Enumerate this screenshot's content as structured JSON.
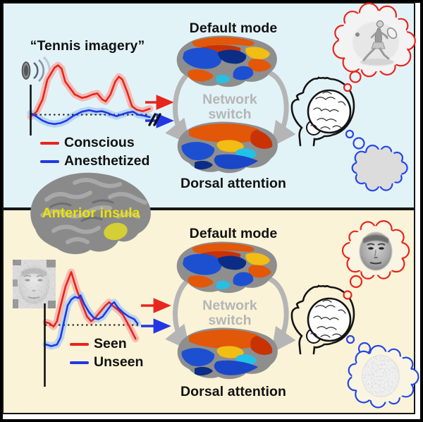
{
  "colors": {
    "top_panel_bg": "#e2f3f8",
    "bottom_panel_bg": "#faf3d7",
    "frame": "#000000",
    "red": "#e8251e",
    "blue": "#2336e4",
    "red_band": "#f5b0aa",
    "blue_band": "#aed0f2",
    "gray_switch": "#b5b5b5",
    "insula_yellow": "#d8d233",
    "label_yellow": "#ece400"
  },
  "top_panel": {
    "title": "“Tennis imagery”",
    "audio_icon": "speaker-with-sound-waves",
    "labels": {
      "default_mode": "Default mode",
      "network_switch": "Network switch",
      "dorsal_attention": "Dorsal attention"
    },
    "legend": [
      {
        "label": "Conscious",
        "color": "#e8251e"
      },
      {
        "label": "Anesthetized",
        "color": "#2336e4"
      }
    ],
    "thought_bubble_red": "tennis-player-illustration",
    "thought_bubble_blue": "empty-gray-cloud",
    "head_illustration": "head-profile-with-brain"
  },
  "bottom_panel": {
    "region_label": "Anterior insula",
    "stimulus": "noisy-face-image",
    "labels": {
      "default_mode": "Default mode",
      "network_switch": "Network switch",
      "dorsal_attention": "Dorsal attention"
    },
    "legend": [
      {
        "label": "Seen",
        "color": "#e8251e"
      },
      {
        "label": "Unseen",
        "color": "#2336e4"
      }
    ],
    "thought_bubble_red": "clear-face-image",
    "thought_bubble_blue": "noise-patch",
    "head_illustration": "head-profile-with-brain"
  },
  "chart_data": [
    {
      "type": "line",
      "panel": "top",
      "baseline": 0,
      "series": [
        {
          "name": "Conscious",
          "color": "#e8251e",
          "band_color": "#f5b0aa",
          "x": [
            0,
            5,
            10,
            14,
            20,
            23,
            26,
            29,
            37,
            43,
            47,
            52,
            56,
            60,
            63,
            67,
            71,
            74,
            77,
            81,
            85,
            89,
            94,
            100
          ],
          "y": [
            -0.04,
            0.06,
            0.31,
            0.71,
            0.95,
            1.0,
            0.93,
            0.67,
            0.41,
            0.34,
            0.36,
            0.41,
            0.43,
            0.31,
            0.27,
            0.41,
            0.67,
            0.77,
            0.71,
            0.46,
            0.17,
            0.1,
            0.07,
            0.12
          ]
        },
        {
          "name": "Anesthetized",
          "color": "#2336e4",
          "band_color": "#aed0f2",
          "x": [
            0,
            5,
            10,
            15,
            20,
            25,
            30,
            36,
            43,
            49,
            55,
            60,
            64,
            68,
            72,
            76,
            81,
            86,
            90,
            95,
            100
          ],
          "y": [
            0.03,
            -0.04,
            -0.12,
            -0.17,
            -0.19,
            -0.17,
            -0.12,
            -0.02,
            0.06,
            0.09,
            0.06,
            0.07,
            0.04,
            0.0,
            -0.03,
            0.0,
            0.04,
            0.06,
            0.0,
            -0.02,
            -0.05
          ]
        }
      ]
    },
    {
      "type": "line",
      "panel": "bottom",
      "baseline": 0,
      "series": [
        {
          "name": "Seen",
          "color": "#e8251e",
          "band_color": "#f5b0aa",
          "x": [
            1.5,
            5,
            9,
            12.6,
            16,
            21.5,
            27.4,
            32.6,
            38.5,
            43.7,
            48,
            52,
            57,
            63,
            66.7,
            70,
            75.6,
            80.7,
            86.7,
            94
          ],
          "y": [
            0.05,
            0.03,
            -0.03,
            0.07,
            0.33,
            0.73,
            1.0,
            0.69,
            0.4,
            0.16,
            0.07,
            0.13,
            0.24,
            0.37,
            0.43,
            0.37,
            0.29,
            0.2,
            0.0,
            -0.26
          ]
        },
        {
          "name": "Unseen",
          "color": "#2336e4",
          "band_color": "#aed0f2",
          "x": [
            1.5,
            6.7,
            12.6,
            16.3,
            20,
            23.7,
            27.4,
            31,
            34.8,
            37,
            40.7,
            45.9,
            51,
            55.6,
            60,
            64.4,
            69.6,
            71.9,
            75.6,
            80.7,
            86.7,
            92.6,
            96
          ],
          "y": [
            -0.37,
            -0.4,
            -0.37,
            -0.24,
            0.07,
            0.37,
            0.48,
            0.53,
            0.51,
            0.56,
            0.4,
            0.24,
            0.13,
            0.11,
            0.16,
            0.27,
            0.4,
            0.43,
            0.33,
            0.24,
            0.16,
            0.11,
            0.03
          ]
        }
      ]
    }
  ]
}
